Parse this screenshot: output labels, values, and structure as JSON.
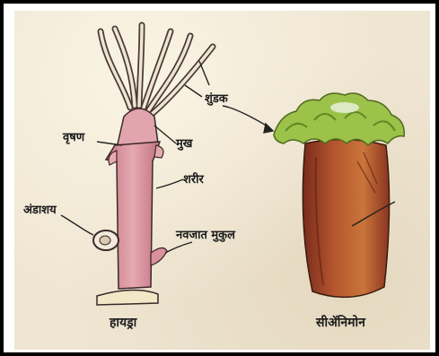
{
  "labels": {
    "tentacles": "शुंडक",
    "testis": "वृषण",
    "mouth": "मुख",
    "body": "शरीर",
    "ovary": "अंडाशय",
    "bud": "नवजात मुकुल"
  },
  "captions": {
    "hydra": "हायड्रा",
    "sea_anemone": "सीॲनिमोन"
  },
  "colors": {
    "background": "#efe6d2",
    "hydra_body": "#d9929c",
    "anemone_body": "#a8472c",
    "anemone_tentacles": "#9cc24a"
  }
}
